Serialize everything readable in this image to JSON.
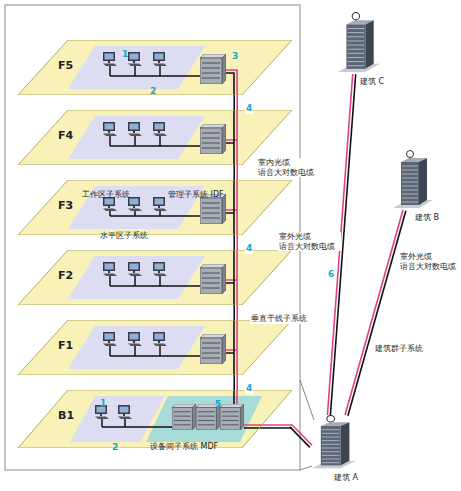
{
  "diagram": {
    "nodes": [
      {
        "text": [
          "F5"
        ]
      },
      {
        "text": [
          "F4"
        ]
      },
      {
        "text": [
          "F3"
        ]
      },
      {
        "text": [
          "F2"
        ]
      },
      {
        "text": [
          "F1"
        ]
      },
      {
        "text": [
          "B1"
        ]
      },
      {
        "text": [
          "建筑 C"
        ]
      },
      {
        "text": [
          "建筑 B"
        ]
      },
      {
        "text": [
          "建筑 A"
        ]
      }
    ],
    "edges": [
      {
        "from": 0,
        "to": 1,
        "arrow": "none"
      },
      {
        "from": 1,
        "to": 2,
        "arrow": "none"
      },
      {
        "from": 2,
        "to": 3,
        "arrow": "none"
      },
      {
        "from": 3,
        "to": 4,
        "arrow": "none"
      },
      {
        "from": 4,
        "to": 5,
        "arrow": "none"
      },
      {
        "from": 5,
        "to": 8,
        "arrow": "none"
      },
      {
        "from": 8,
        "to": 6,
        "arrow": "none"
      },
      {
        "from": 8,
        "to": 7,
        "arrow": "none"
      }
    ],
    "labels": [
      "1",
      "2",
      "3",
      "工作区子系统",
      "管理子系统 IDF",
      "水平区子系统",
      "4",
      "室内光缆 语音大对数电缆",
      "4",
      "垂直干线子系统",
      "4",
      "1",
      "5",
      "2",
      "设备间子系统 MDF",
      "室外光缆 语音大对数电缆",
      "6",
      "室外光缆 语音大对数电缆",
      "建筑群子系统"
    ]
  }
}
